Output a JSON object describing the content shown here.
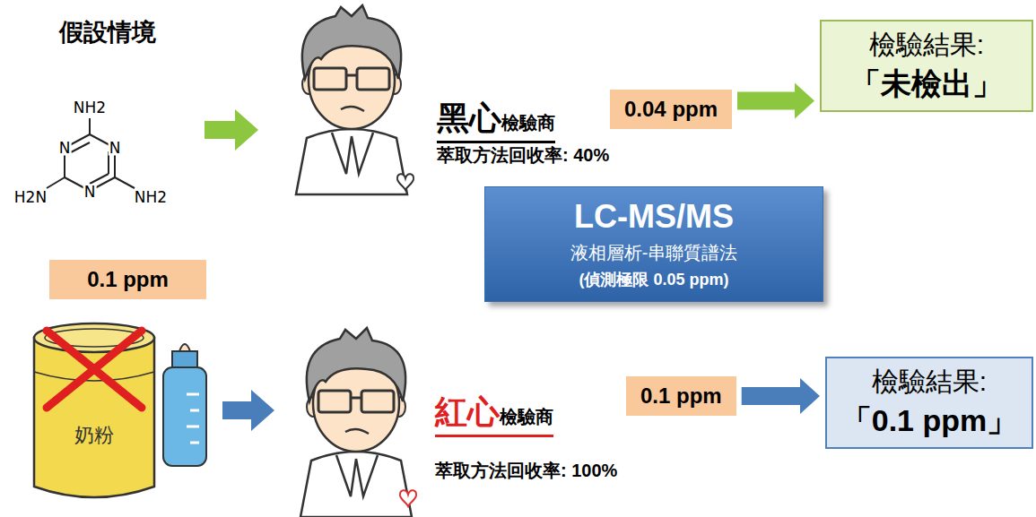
{
  "diagram": {
    "title": "假設情境",
    "nodes": [
      {
        "text": [
          "0.04 ppm"
        ]
      },
      {
        "text": [
          "檢驗結果:",
          "「未檢出」"
        ]
      },
      {
        "text": [
          "LC-MS/MS",
          "液相層析-串聯質譜法",
          "(偵測極限 0.05 ppm)"
        ]
      },
      {
        "text": [
          "0.1 ppm"
        ]
      },
      {
        "text": [
          "奶粉"
        ]
      },
      {
        "text": [
          "0.1 ppm"
        ]
      },
      {
        "text": [
          "檢驗結果:",
          "「0.1 ppm」"
        ]
      }
    ],
    "edges": [
      {
        "from": 0,
        "to": 1,
        "arrow": "to"
      },
      {
        "from": 5,
        "to": 6,
        "arrow": "to"
      }
    ],
    "labels": [
      "NH2",
      "N",
      "N",
      "H2N",
      "N",
      "NH2",
      "黑心",
      "檢驗商",
      "萃取方法回收率: 40%",
      "紅心",
      "檢驗商",
      "萃取方法回收率: 100%"
    ]
  }
}
